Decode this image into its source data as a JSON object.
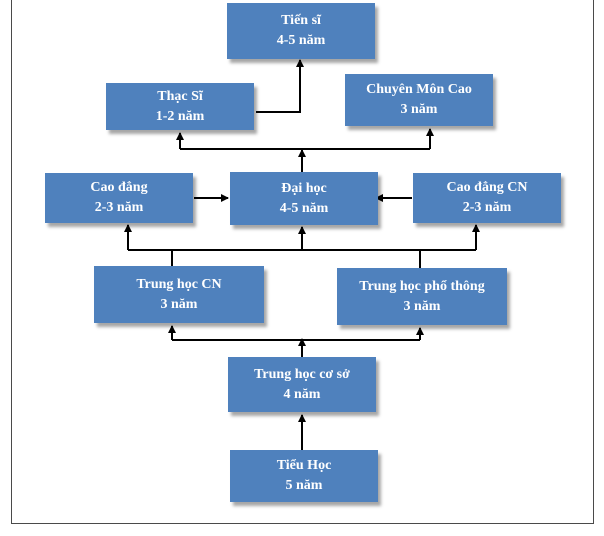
{
  "diagram": {
    "nodes": {
      "tien_si": {
        "line1": "Tiến sĩ",
        "line2": "4-5 năm"
      },
      "thac_si": {
        "line1": "Thạc Sĩ",
        "line2": "1-2 năm"
      },
      "chuyen_mon_cao": {
        "line1": "Chuyên Môn Cao",
        "line2": "3 năm"
      },
      "cao_dang": {
        "line1": "Cao đẳng",
        "line2": "2-3 năm"
      },
      "dai_hoc": {
        "line1": "Đại học",
        "line2": "4-5 năm"
      },
      "cao_dang_cn": {
        "line1": "Cao đẳng CN",
        "line2": "2-3 năm"
      },
      "trung_hoc_cn": {
        "line1": "Trung học CN",
        "line2": "3 năm"
      },
      "trung_hoc_pt": {
        "line1": "Trung học phổ thông",
        "line2": "3 năm"
      },
      "trung_hoc_cs": {
        "line1": "Trung học cơ sở",
        "line2": "4 năm"
      },
      "tieu_hoc": {
        "line1": "Tiểu Học",
        "line2": "5 năm"
      }
    },
    "colors": {
      "box": "#4f81bd",
      "text": "#ffffff",
      "line": "#000000"
    }
  }
}
